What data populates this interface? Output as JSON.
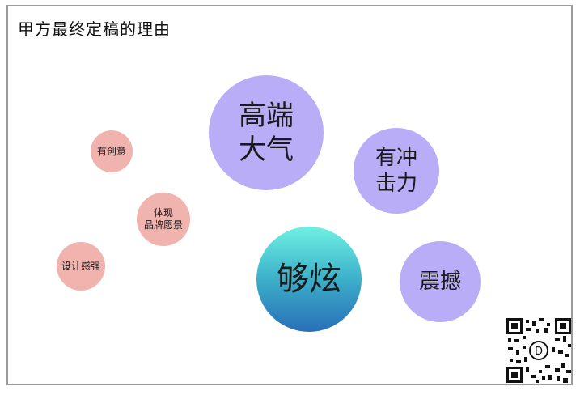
{
  "title": "甲方最终定稿的理由",
  "bubbles": {
    "gaoduan": "高端\n大气",
    "chongji": "有冲\n击力",
    "gouxuan": "够炫",
    "zhenhan": "震撼",
    "chuangyi": "有创意",
    "pinpai": "体现\n品牌愿景",
    "ganqiang": "设计感强"
  },
  "colors": {
    "lavender": "#b9adf7",
    "pink": "#f1b3ae",
    "teal_top": "#6ff0e3",
    "teal_bottom": "#2a6fb8"
  },
  "qr_icon": "qr-code-icon"
}
